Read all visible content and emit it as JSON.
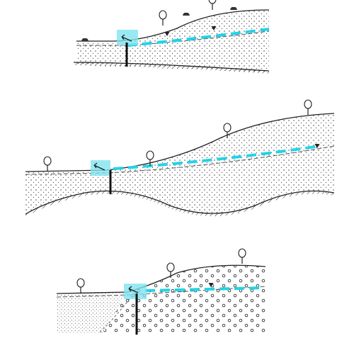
{
  "figure": {
    "panel_count": 3,
    "panels": [
      {
        "id": "top",
        "substrate": "fine-dotted-soil",
        "has_bedrock_hatching": true
      },
      {
        "id": "middle",
        "substrate": "fine-dotted-soil",
        "has_bedrock_hatching": true
      },
      {
        "id": "bottom",
        "substrate": "coarse-circle-gravel",
        "has_bedrock_hatching": false
      }
    ]
  },
  "colors": {
    "line": "#222222",
    "water_table": "#22d3e6",
    "spring_zone": "#7fe3f0",
    "dots": "#333333",
    "background": "#ffffff"
  },
  "icons": {
    "tree": "tree-icon",
    "bush": "bush-icon",
    "water_level": "water-level-triangle-icon",
    "outflow": "spring-outflow-arrow-icon"
  }
}
